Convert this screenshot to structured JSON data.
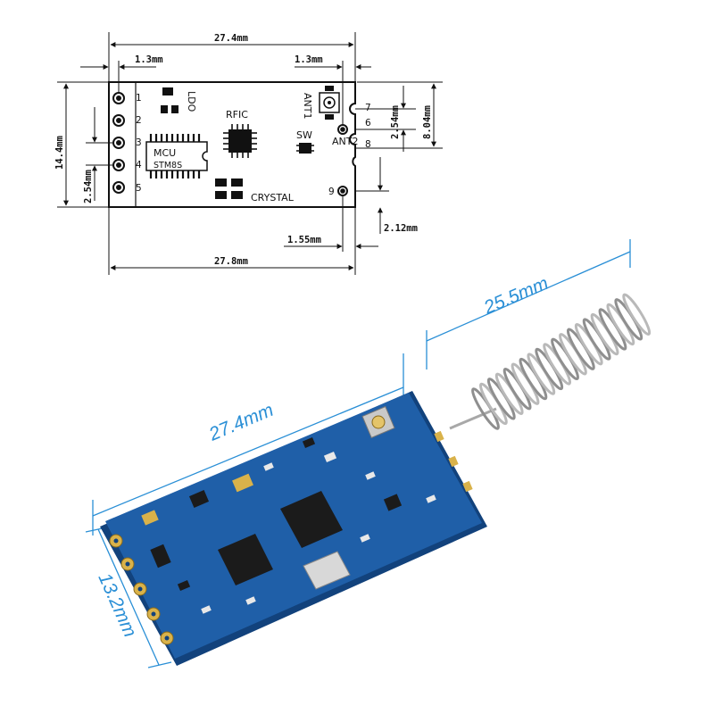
{
  "drawing": {
    "dimensions": {
      "top_width": "27.4mm",
      "left_offset": "1.3mm",
      "right_offset": "1.3mm",
      "height": "14.4mm",
      "left_pitch": "2.54mm",
      "right_pitch": "2.54mm",
      "ant_to_pin8": "8.04mm",
      "bottom_offset": "1.55mm",
      "bottom_margin": "2.12mm",
      "bottom_width": "27.8mm"
    },
    "components": {
      "ldo": "LDO",
      "rfic": "RFIC",
      "mcu_line1": "MCU",
      "mcu_line2": "STM8S",
      "ant1": "ANT1",
      "ant2": "ANT2",
      "sw": "SW",
      "crystal": "CRYSTAL"
    },
    "left_pins": [
      "1",
      "2",
      "3",
      "4",
      "5"
    ],
    "right_pins": [
      "7",
      "6",
      "8",
      "9"
    ]
  },
  "photo": {
    "length_label": "27.4mm",
    "width_label": "13.2mm",
    "antenna_label": "25.5mm"
  },
  "colors": {
    "pcb": "#1f5fa8",
    "pcb_dark": "#12427c",
    "gold": "#d9b24a",
    "dimension_blue": "#2a8fd6",
    "ink": "#111111"
  }
}
